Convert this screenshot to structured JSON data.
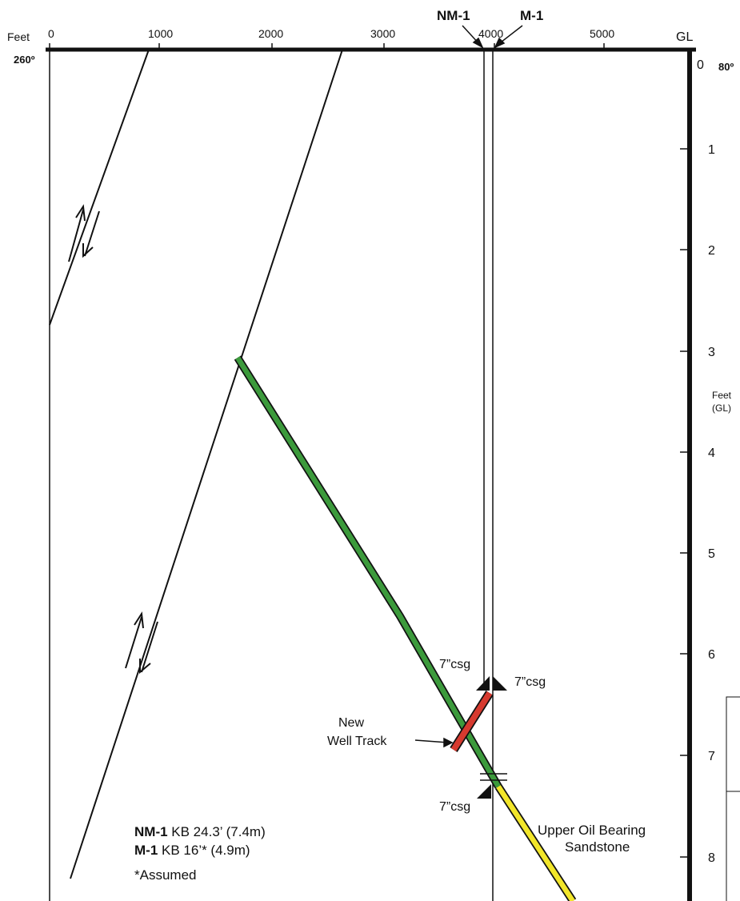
{
  "header": {
    "x_unit": "Feet",
    "azimuth_left": "260º",
    "azimuth_right": "80º",
    "gl_label": "GL",
    "x_ticks": [
      "0",
      "1000",
      "2000",
      "3000",
      "4000",
      "5000"
    ]
  },
  "wells": {
    "nm1": "NM-1",
    "m1": "M-1"
  },
  "depth_axis": {
    "label_line1": "Feet",
    "label_line2": "(GL)",
    "ticks": [
      "0",
      "1",
      "2",
      "3",
      "4",
      "5",
      "6",
      "7",
      "8"
    ]
  },
  "annotations": {
    "csg_upper_left": "7”csg",
    "csg_upper_right": "7”csg",
    "csg_lower": "7”csg",
    "new_well_track_line1": "New",
    "new_well_track_line2": "Well Track",
    "sandstone_line1": "Upper Oil Bearing",
    "sandstone_line2": "Sandstone"
  },
  "legend": {
    "nm1_name": "NM-1",
    "nm1_detail": " KB 24.3’ (7.4m)",
    "m1_name": "M-1",
    "m1_detail": " KB 16’* (4.9m)",
    "note": "*Assumed"
  },
  "colors": {
    "well_track": "#3c9a3c",
    "new_well_track": "#d63a2f",
    "oil_sandstone": "#f2e62a",
    "lines": "#111111"
  }
}
